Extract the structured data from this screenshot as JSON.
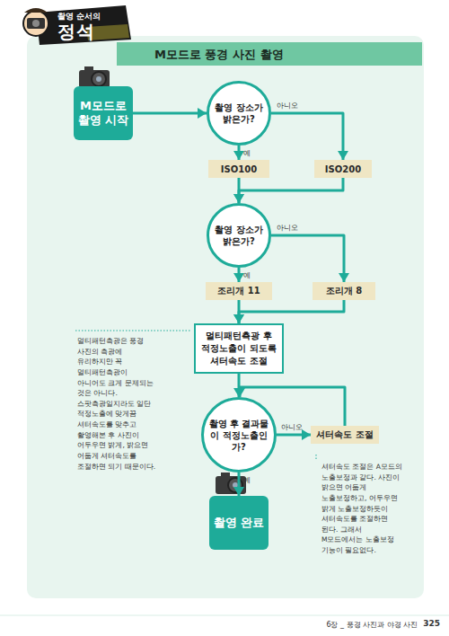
{
  "diagram": {
    "title": "M모드로 풍경 사진 촬영",
    "nodes": [
      {
        "text": [
          "M모드로 촬영 시작"
        ]
      },
      {
        "text": [
          "촬영 장소가 밝은가?"
        ]
      },
      {
        "text": [
          "ISO100"
        ]
      },
      {
        "text": [
          "ISO200"
        ]
      },
      {
        "text": [
          "촬영 장소가 밝은가?"
        ]
      },
      {
        "text": [
          "조리개 11"
        ]
      },
      {
        "text": [
          "조리개 8"
        ]
      },
      {
        "text": [
          "멀티패턴측광 후 적정노출이 되도록 셔터속도 조절"
        ]
      },
      {
        "text": [
          "촬영 후 결과물이 적정노출인가?"
        ]
      },
      {
        "text": [
          "셔터속도 조절"
        ]
      },
      {
        "text": [
          "촬영 완료"
        ]
      }
    ],
    "edges": [
      {
        "from": 0,
        "to": 1,
        "arrow": "to"
      },
      {
        "from": 1,
        "to": 2,
        "label": "예",
        "arrow": "to"
      },
      {
        "from": 1,
        "to": 3,
        "label": "아니오",
        "arrow": "to"
      },
      {
        "from": 2,
        "to": 4,
        "arrow": "to"
      },
      {
        "from": 3,
        "to": 4,
        "arrow": "to"
      },
      {
        "from": 4,
        "to": 5,
        "label": "예",
        "arrow": "to"
      },
      {
        "from": 4,
        "to": 6,
        "label": "아니오",
        "arrow": "to"
      },
      {
        "from": 5,
        "to": 7,
        "arrow": "to"
      },
      {
        "from": 6,
        "to": 7,
        "arrow": "to"
      },
      {
        "from": 7,
        "to": 8,
        "arrow": "to"
      },
      {
        "from": 8,
        "to": 9,
        "label": "아니오",
        "arrow": "to"
      },
      {
        "from": 9,
        "to": 8,
        "arrow": "to"
      },
      {
        "from": 8,
        "to": 10,
        "label": "예",
        "arrow": "to"
      }
    ],
    "labels": [
      "촬영 순서의",
      "정석",
      "멀티패턴측광은 풍경 사진의 측광에 유리하지만 꼭 멀티패턴측광이 아니어도 크게 문제되는 것은 아니다. 스팟측광일지라도 일단 적정노출에 맞게끔 셔터속도를 맞추고 촬영해본 후 사진이 어두우면 밝게, 밝으면 어둡게 셔터속도를 조절하면 되기 때문이다.",
      "셔터속도 조절은 A모드의 노출보정과 같다. 사진이 밝으면 어둡게 노출보정하고, 어두우면 밝게 노출보정하듯이 셔터속도를 조절하면 된다. 그래서 M모드에서는 노출보정 기능이 필요없다.",
      "6장 _ 풍경 사진과 야경 사진",
      "325"
    ]
  }
}
